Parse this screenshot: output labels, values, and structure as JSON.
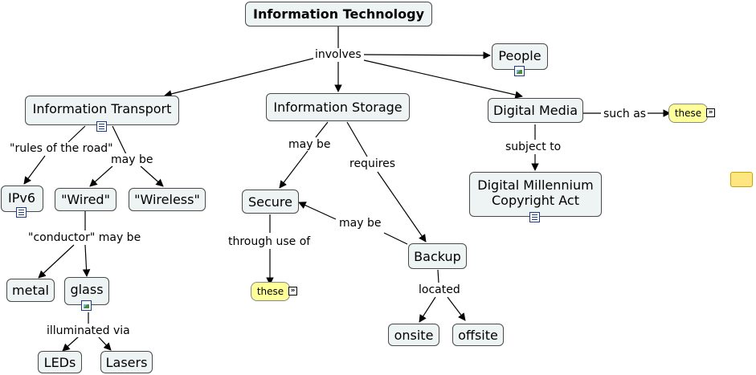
{
  "concepts": {
    "it": "Information Technology",
    "people": "People",
    "transport": "Information Transport",
    "storage": "Information Storage",
    "media": "Digital Media",
    "dmca": "Digital Millennium Copyright Act",
    "ipv6": "IPv6",
    "wired": "\"Wired\"",
    "wireless": "\"Wireless\"",
    "secure": "Secure",
    "backup": "Backup",
    "metal": "metal",
    "glass": "glass",
    "leds": "LEDs",
    "lasers": "Lasers",
    "onsite": "onsite",
    "offsite": "offsite"
  },
  "notes": {
    "these_secure": "these",
    "these_media": "these"
  },
  "links": {
    "involves": "involves",
    "rules": "\"rules of the road\"",
    "maybe_transport": "may be",
    "maybe_storage": "may be",
    "requires": "requires",
    "subject_to": "subject to",
    "such_as": "such as",
    "conductor": "\"conductor\" may be",
    "through_use": "through use of",
    "maybe_backup": "may be",
    "located": "located",
    "illuminated": "illuminated via"
  },
  "icons": [
    "document-icon",
    "image-icon"
  ]
}
